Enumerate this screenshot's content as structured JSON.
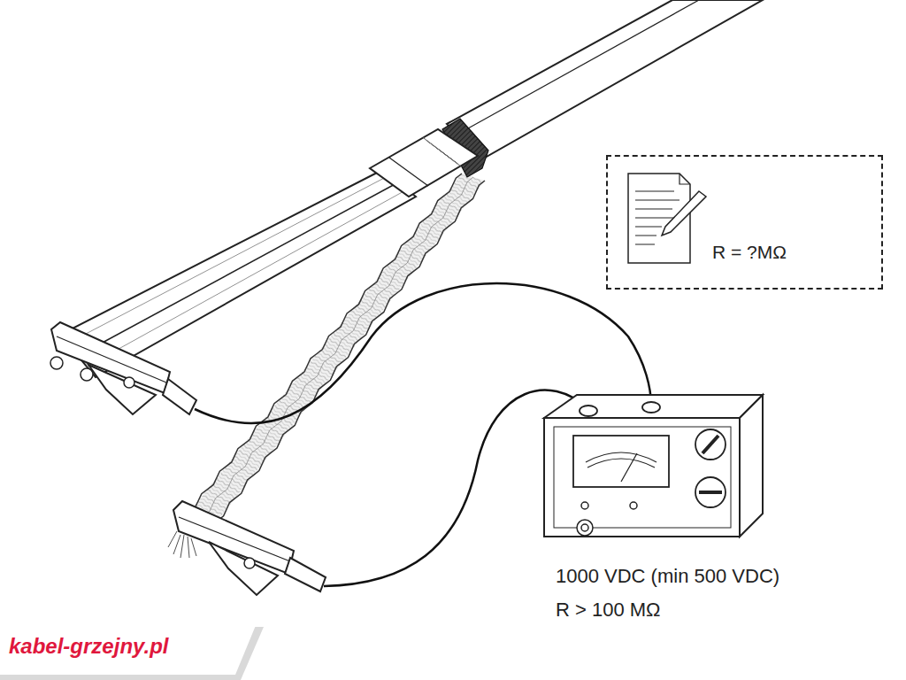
{
  "diagram": {
    "nodes": [
      {
        "text": [
          "R = ?MΩ"
        ]
      }
    ],
    "labels": [
      "1000 VDC (min 500 VDC)",
      "R > 100 MΩ",
      "kabel-grzejny.pl"
    ]
  }
}
